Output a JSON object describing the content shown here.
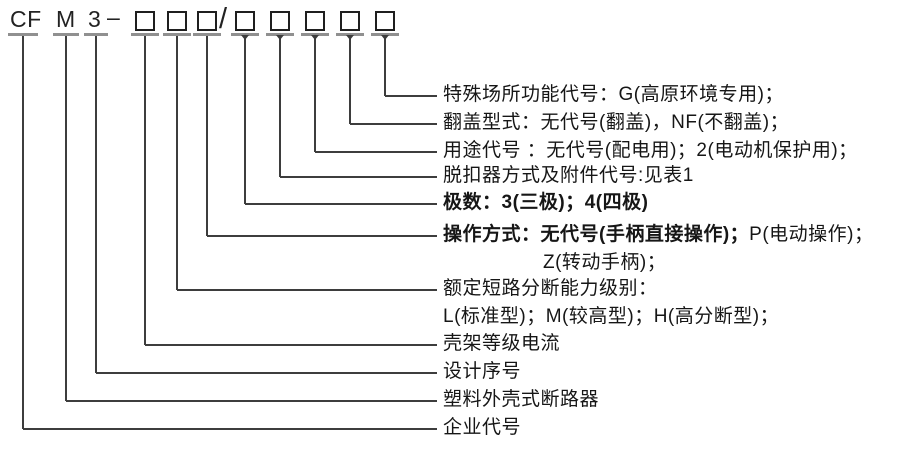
{
  "code": {
    "part_cf": "CF",
    "part_m": "M",
    "part_3": "3",
    "dash": "–",
    "slash": "/"
  },
  "labels": {
    "special": "特殊场所功能代号：G(高原环境专用)；",
    "cover": "翻盖型式：无代号(翻盖)，NF(不翻盖)；",
    "usage": "用途代号 ：无代号(配电用)；2(电动机保护用)；",
    "release": "脱扣器方式及附件代号:见表1",
    "poles": "极数：3(三极)；4(四极)",
    "operation_bold": "操作方式：无代号(手柄直接操作)；",
    "operation_rest": "P(电动操作)；",
    "operation_line2": "Z(转动手柄)；",
    "breaking": "额定短路分断能力级别：",
    "breaking_line2": "L(标准型)；M(较高型)；H(高分断型)；",
    "frame": "壳架等级电流",
    "design": "设计序号",
    "mccb": "塑料外壳式断路器",
    "company": "企业代号"
  },
  "colors": {
    "background": "#ffffff",
    "text": "#1c1c1c",
    "line": "#3d3d3d",
    "underline": "#909090",
    "box_border": "#1f1f1f"
  }
}
